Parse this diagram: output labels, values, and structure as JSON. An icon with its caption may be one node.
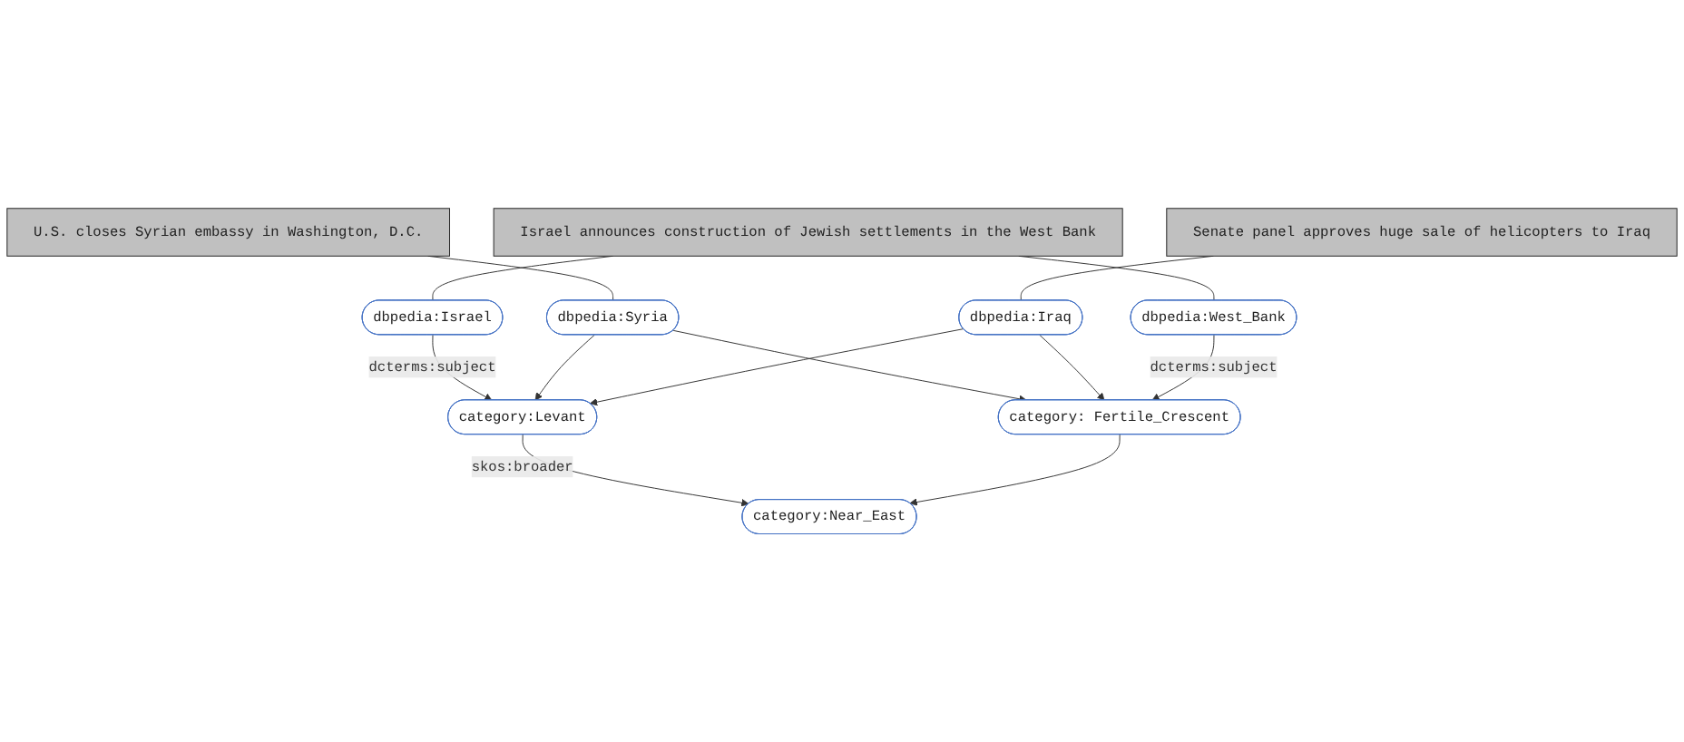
{
  "diagram": {
    "nodes": [
      {
        "text": [
          "U.S. closes Syrian embassy in Washington, D.C."
        ]
      },
      {
        "text": [
          "Senate panel approves huge sale of helicopters to Iraq"
        ]
      },
      {
        "text": [
          "Israel announces construction of Jewish settlements in the West Bank"
        ]
      },
      {
        "text": [
          "dbpedia:Israel"
        ]
      },
      {
        "text": [
          "dbpedia:Syria"
        ]
      },
      {
        "text": [
          "dbpedia:Iraq"
        ]
      },
      {
        "text": [
          "dbpedia:West_Bank"
        ]
      },
      {
        "text": [
          "category:Levant"
        ]
      },
      {
        "text": [
          "category: Fertile_Crescent"
        ]
      },
      {
        "text": [
          "category:Near_East"
        ]
      }
    ],
    "edges": [
      {
        "from": 0,
        "to": 4,
        "arrow": "none"
      },
      {
        "from": 1,
        "to": 5,
        "arrow": "none"
      },
      {
        "from": 2,
        "to": 3,
        "arrow": "none"
      },
      {
        "from": 2,
        "to": 6,
        "arrow": "none"
      },
      {
        "from": 3,
        "to": 7,
        "arrow": "to",
        "label": "dcterms:subject"
      },
      {
        "from": 4,
        "to": 7,
        "arrow": "to"
      },
      {
        "from": 4,
        "to": 8,
        "arrow": "to"
      },
      {
        "from": 5,
        "to": 7,
        "arrow": "to"
      },
      {
        "from": 5,
        "to": 8,
        "arrow": "to"
      },
      {
        "from": 6,
        "to": 8,
        "arrow": "to",
        "label": "dcterms:subject"
      },
      {
        "from": 7,
        "to": 9,
        "arrow": "to",
        "label": "skos:broader"
      },
      {
        "from": 8,
        "to": 9,
        "arrow": "to"
      }
    ]
  }
}
